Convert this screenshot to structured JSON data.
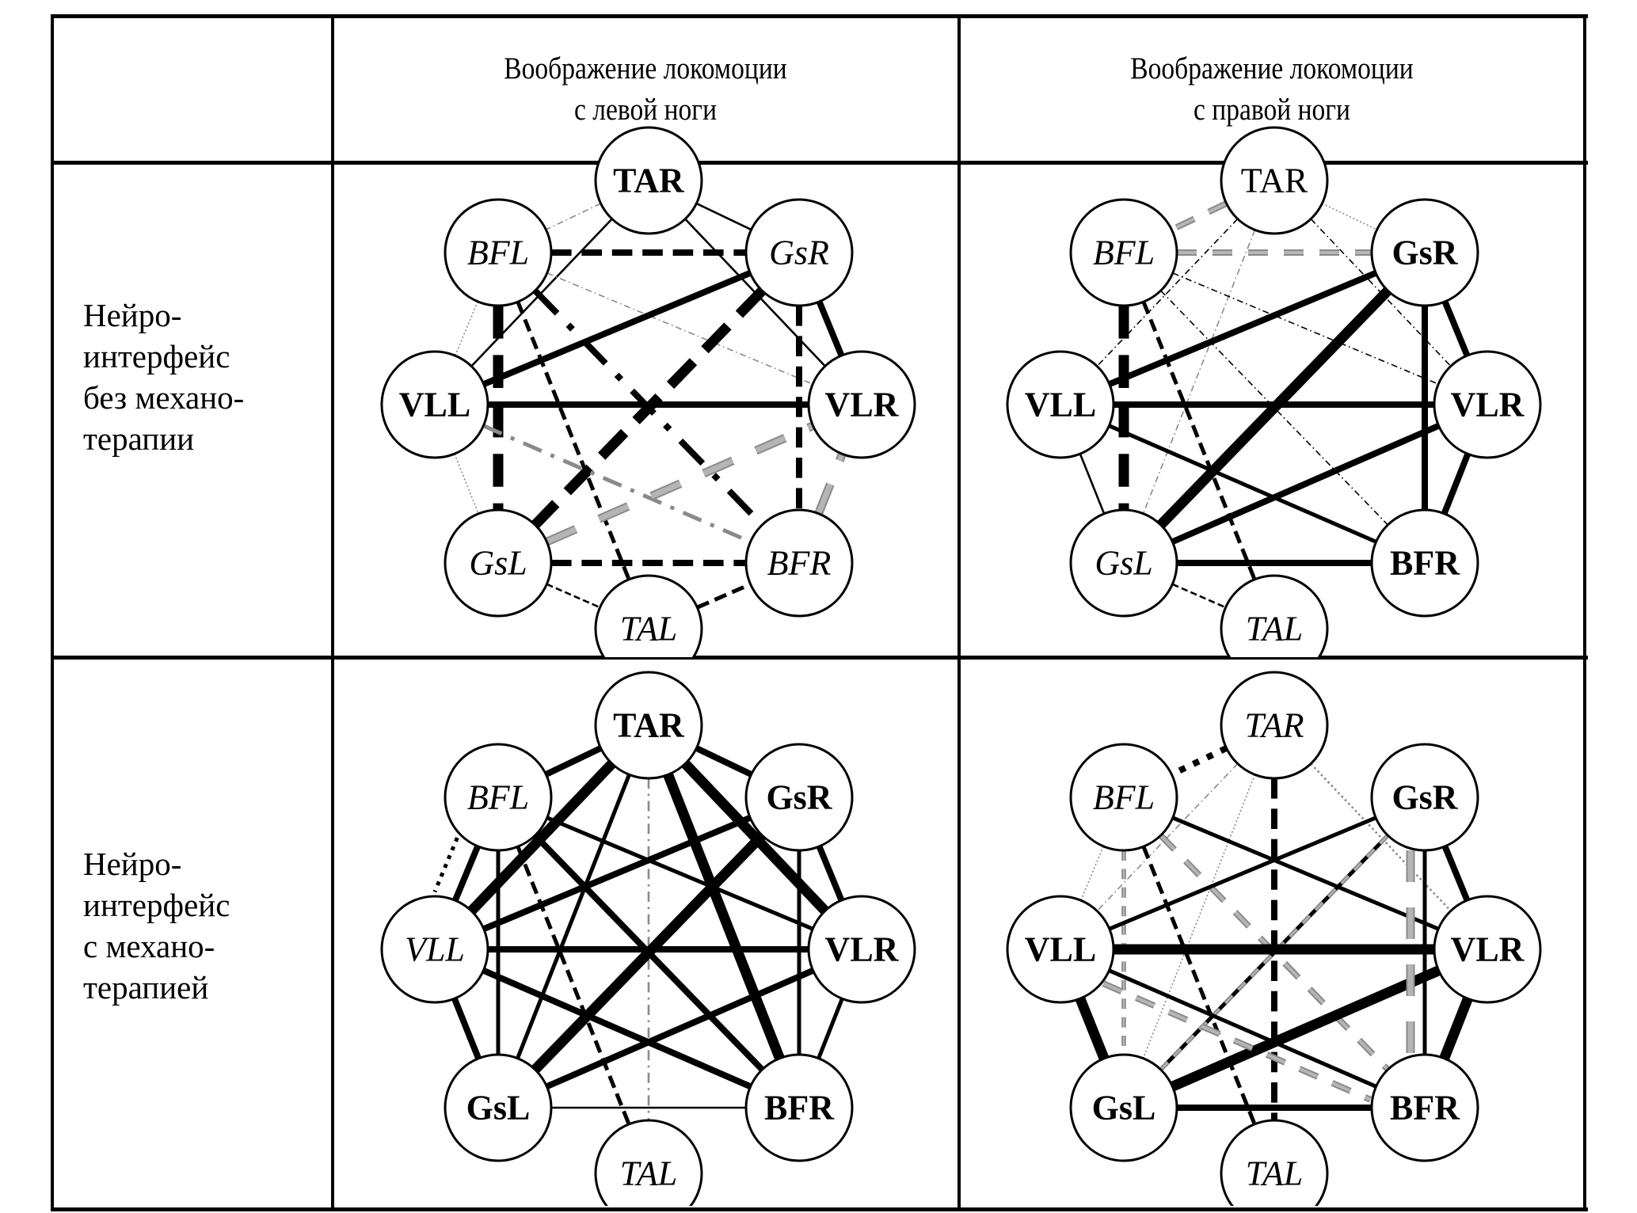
{
  "table": {
    "corner": "",
    "columns": [
      {
        "line1": "Воображение локомоции",
        "line2": "с левой ноги"
      },
      {
        "line1": "Воображение локомоции",
        "line2": "с правой ноги"
      }
    ],
    "rows": [
      {
        "lines": [
          "Нейро-",
          "интерфейс",
          "без механо-",
          "терапии"
        ]
      },
      {
        "lines": [
          "Нейро-",
          "интерфейс",
          "с механо-",
          "терапией"
        ]
      }
    ]
  },
  "colors": {
    "black": "#000000",
    "gray": "#8a8a8a",
    "hollow_fill": "#b5b5b5"
  },
  "graphs": [
    {
      "id": "no-mech-left",
      "nodes": [
        {
          "id": "TAR",
          "label": "TAR",
          "style": "bold"
        },
        {
          "id": "BFL",
          "label": "BFL",
          "style": "italic"
        },
        {
          "id": "GsR",
          "label": "GsR",
          "style": "italic"
        },
        {
          "id": "VLL",
          "label": "VLL",
          "style": "bold"
        },
        {
          "id": "VLR",
          "label": "VLR",
          "style": "bold"
        },
        {
          "id": "GsL",
          "label": "GsL",
          "style": "italic"
        },
        {
          "id": "BFR",
          "label": "BFR",
          "style": "italic"
        },
        {
          "id": "TAL",
          "label": "TAL",
          "style": "italic"
        }
      ],
      "edges": [
        {
          "from": "TAR",
          "to": "GsR",
          "line": "solid",
          "weight": "thin"
        },
        {
          "from": "TAR",
          "to": "BFL",
          "line": "dashdot",
          "weight": "hair",
          "color": "gray"
        },
        {
          "from": "TAR",
          "to": "VLL",
          "line": "solid",
          "weight": "thin"
        },
        {
          "from": "TAR",
          "to": "VLR",
          "line": "solid",
          "weight": "thin"
        },
        {
          "from": "BFL",
          "to": "GsR",
          "line": "dashed",
          "weight": "medium"
        },
        {
          "from": "BFL",
          "to": "GsL",
          "line": "dashed",
          "weight": "heavy"
        },
        {
          "from": "BFL",
          "to": "TAL",
          "line": "dashed",
          "weight": "light"
        },
        {
          "from": "BFL",
          "to": "BFR",
          "line": "dashdot",
          "weight": "medium"
        },
        {
          "from": "BFL",
          "to": "VLR",
          "line": "dashdot",
          "weight": "hair",
          "color": "gray"
        },
        {
          "from": "BFL",
          "to": "VLL",
          "line": "dotted",
          "weight": "hair",
          "color": "gray"
        },
        {
          "from": "GsR",
          "to": "VLL",
          "line": "solid",
          "weight": "medium"
        },
        {
          "from": "GsR",
          "to": "GsL",
          "line": "dashed",
          "weight": "heavy"
        },
        {
          "from": "GsR",
          "to": "BFR",
          "line": "dashed",
          "weight": "medium"
        },
        {
          "from": "GsR",
          "to": "VLR",
          "line": "solid",
          "weight": "medium"
        },
        {
          "from": "VLL",
          "to": "VLR",
          "line": "solid",
          "weight": "medium"
        },
        {
          "from": "VLL",
          "to": "BFR",
          "line": "dashdot",
          "weight": "light",
          "color": "gray"
        },
        {
          "from": "VLL",
          "to": "GsL",
          "line": "dotted",
          "weight": "hair",
          "color": "gray"
        },
        {
          "from": "GsL",
          "to": "BFR",
          "line": "dashed",
          "weight": "medium"
        },
        {
          "from": "GsL",
          "to": "TAL",
          "line": "dashed",
          "weight": "thin"
        },
        {
          "from": "TAL",
          "to": "BFR",
          "line": "dashed",
          "weight": "light"
        },
        {
          "from": "GsL",
          "to": "VLR",
          "line": "hollow",
          "weight": "medium"
        },
        {
          "from": "BFR",
          "to": "VLR",
          "line": "hollow",
          "weight": "medium"
        }
      ]
    },
    {
      "id": "no-mech-right",
      "nodes": [
        {
          "id": "TAR",
          "label": "TAR",
          "style": "normal"
        },
        {
          "id": "BFL",
          "label": "BFL",
          "style": "italic"
        },
        {
          "id": "GsR",
          "label": "GsR",
          "style": "bold"
        },
        {
          "id": "VLL",
          "label": "VLL",
          "style": "bold"
        },
        {
          "id": "VLR",
          "label": "VLR",
          "style": "bold"
        },
        {
          "id": "GsL",
          "label": "GsL",
          "style": "italic"
        },
        {
          "id": "BFR",
          "label": "BFR",
          "style": "bold"
        },
        {
          "id": "TAL",
          "label": "TAL",
          "style": "italic"
        }
      ],
      "edges": [
        {
          "from": "TAR",
          "to": "BFL",
          "line": "hollow",
          "weight": "light"
        },
        {
          "from": "TAR",
          "to": "GsR",
          "line": "dotted",
          "weight": "hair",
          "color": "gray"
        },
        {
          "from": "TAR",
          "to": "GsL",
          "line": "dashdot",
          "weight": "hair",
          "color": "gray"
        },
        {
          "from": "TAR",
          "to": "VLL",
          "line": "dashdot",
          "weight": "hair"
        },
        {
          "from": "TAR",
          "to": "VLR",
          "line": "dashdot",
          "weight": "hair"
        },
        {
          "from": "BFL",
          "to": "GsR",
          "line": "hollow",
          "weight": "light"
        },
        {
          "from": "BFL",
          "to": "GsL",
          "line": "dashed",
          "weight": "heavy"
        },
        {
          "from": "BFL",
          "to": "TAL",
          "line": "dashed",
          "weight": "light"
        },
        {
          "from": "BFL",
          "to": "VLR",
          "line": "dashdot",
          "weight": "hair"
        },
        {
          "from": "BFL",
          "to": "BFR",
          "line": "dashdot",
          "weight": "hair"
        },
        {
          "from": "GsR",
          "to": "VLL",
          "line": "solid",
          "weight": "medium"
        },
        {
          "from": "GsR",
          "to": "GsL",
          "line": "solid",
          "weight": "heavy"
        },
        {
          "from": "GsR",
          "to": "BFR",
          "line": "solid",
          "weight": "medium"
        },
        {
          "from": "GsR",
          "to": "VLR",
          "line": "solid",
          "weight": "medium"
        },
        {
          "from": "VLL",
          "to": "VLR",
          "line": "solid",
          "weight": "medium"
        },
        {
          "from": "VLL",
          "to": "BFR",
          "line": "solid",
          "weight": "light"
        },
        {
          "from": "VLL",
          "to": "GsL",
          "line": "solid",
          "weight": "thin"
        },
        {
          "from": "GsL",
          "to": "VLR",
          "line": "solid",
          "weight": "medium"
        },
        {
          "from": "GsL",
          "to": "BFR",
          "line": "solid",
          "weight": "medium"
        },
        {
          "from": "GsL",
          "to": "TAL",
          "line": "dashed",
          "weight": "thin"
        },
        {
          "from": "VLR",
          "to": "BFR",
          "line": "solid",
          "weight": "medium"
        }
      ]
    },
    {
      "id": "mech-left",
      "nodes": [
        {
          "id": "TAR",
          "label": "TAR",
          "style": "bold"
        },
        {
          "id": "BFL",
          "label": "BFL",
          "style": "italic"
        },
        {
          "id": "GsR",
          "label": "GsR",
          "style": "bold"
        },
        {
          "id": "VLL",
          "label": "VLL",
          "style": "italic"
        },
        {
          "id": "VLR",
          "label": "VLR",
          "style": "bold"
        },
        {
          "id": "GsL",
          "label": "GsL",
          "style": "bold"
        },
        {
          "id": "BFR",
          "label": "BFR",
          "style": "bold"
        },
        {
          "id": "TAL",
          "label": "TAL",
          "style": "italic"
        }
      ],
      "edges": [
        {
          "from": "TAR",
          "to": "BFL",
          "line": "solid",
          "weight": "medium"
        },
        {
          "from": "TAR",
          "to": "GsR",
          "line": "solid",
          "weight": "medium"
        },
        {
          "from": "TAR",
          "to": "VLL",
          "line": "solid",
          "weight": "heavy"
        },
        {
          "from": "TAR",
          "to": "GsL",
          "line": "solid",
          "weight": "light"
        },
        {
          "from": "TAR",
          "to": "TAL",
          "line": "dashdot",
          "weight": "thin",
          "color": "gray"
        },
        {
          "from": "TAR",
          "to": "BFR",
          "line": "solid",
          "weight": "heavy"
        },
        {
          "from": "TAR",
          "to": "VLR",
          "line": "solid",
          "weight": "heavy"
        },
        {
          "from": "BFL",
          "to": "VLL",
          "line": "solid",
          "weight": "medium"
        },
        {
          "from": "BFL",
          "to": "GsL",
          "line": "solid",
          "weight": "light"
        },
        {
          "from": "BFL",
          "to": "TAL",
          "line": "dashed",
          "weight": "light"
        },
        {
          "from": "BFL",
          "to": "BFR",
          "line": "solid",
          "weight": "medium"
        },
        {
          "from": "BFL",
          "to": "VLR",
          "line": "solid",
          "weight": "light"
        },
        {
          "from": "GsR",
          "to": "VLL",
          "line": "solid",
          "weight": "medium"
        },
        {
          "from": "GsR",
          "to": "GsL",
          "line": "solid",
          "weight": "heavy"
        },
        {
          "from": "GsR",
          "to": "BFR",
          "line": "solid",
          "weight": "light"
        },
        {
          "from": "GsR",
          "to": "VLR",
          "line": "solid",
          "weight": "medium"
        },
        {
          "from": "VLL",
          "to": "VLR",
          "line": "solid",
          "weight": "medium"
        },
        {
          "from": "VLL",
          "to": "GsL",
          "line": "solid",
          "weight": "medium"
        },
        {
          "from": "VLL",
          "to": "BFR",
          "line": "solid",
          "weight": "medium"
        },
        {
          "from": "VLR",
          "to": "GsL",
          "line": "solid",
          "weight": "medium"
        },
        {
          "from": "VLR",
          "to": "BFR",
          "line": "solid",
          "weight": "light"
        },
        {
          "from": "GsL",
          "to": "BFR",
          "line": "solid",
          "weight": "thin"
        }
      ],
      "outer_edges": [
        {
          "from": "BFL",
          "to": "VLL",
          "line": "dotted",
          "weight": "light"
        }
      ]
    },
    {
      "id": "mech-right",
      "nodes": [
        {
          "id": "TAR",
          "label": "TAR",
          "style": "italic"
        },
        {
          "id": "BFL",
          "label": "BFL",
          "style": "italic"
        },
        {
          "id": "GsR",
          "label": "GsR",
          "style": "bold"
        },
        {
          "id": "VLL",
          "label": "VLL",
          "style": "bold"
        },
        {
          "id": "VLR",
          "label": "VLR",
          "style": "bold"
        },
        {
          "id": "GsL",
          "label": "GsL",
          "style": "bold"
        },
        {
          "id": "BFR",
          "label": "BFR",
          "style": "bold"
        },
        {
          "id": "TAL",
          "label": "TAL",
          "style": "italic"
        }
      ],
      "edges": [
        {
          "from": "TAR",
          "to": "BFL",
          "line": "dotted",
          "weight": "medium"
        },
        {
          "from": "TAR",
          "to": "TAL",
          "line": "dashed",
          "weight": "medium"
        },
        {
          "from": "TAR",
          "to": "VLL",
          "line": "dashdot",
          "weight": "hair",
          "color": "gray"
        },
        {
          "from": "TAR",
          "to": "GsL",
          "line": "dotted",
          "weight": "hair",
          "color": "gray"
        },
        {
          "from": "TAR",
          "to": "VLR",
          "line": "dotted",
          "weight": "thin",
          "color": "gray"
        },
        {
          "from": "BFL",
          "to": "VLR",
          "line": "solid",
          "weight": "light"
        },
        {
          "from": "BFL",
          "to": "TAL",
          "line": "dashed",
          "weight": "light"
        },
        {
          "from": "BFL",
          "to": "GsL",
          "line": "hollow",
          "weight": "thin"
        },
        {
          "from": "BFL",
          "to": "VLL",
          "line": "dotted",
          "weight": "hair",
          "color": "gray"
        },
        {
          "from": "BFL",
          "to": "BFR",
          "line": "hollow",
          "weight": "light"
        },
        {
          "from": "GsR",
          "to": "VLL",
          "line": "solid",
          "weight": "light"
        },
        {
          "from": "GsR",
          "to": "GsL",
          "line": "solid",
          "weight": "light"
        },
        {
          "from": "GsR",
          "to": "BFR",
          "line": "solid",
          "weight": "light"
        },
        {
          "from": "GsR",
          "to": "VLR",
          "line": "solid",
          "weight": "medium"
        },
        {
          "from": "GsL",
          "to": "GsR",
          "line": "hollow",
          "weight": "thin"
        },
        {
          "from": "VLL",
          "to": "VLR",
          "line": "solid",
          "weight": "heavy"
        },
        {
          "from": "VLL",
          "to": "BFR",
          "line": "solid",
          "weight": "light"
        },
        {
          "from": "VLL",
          "to": "GsL",
          "line": "solid",
          "weight": "heavy"
        },
        {
          "from": "VLR",
          "to": "GsL",
          "line": "solid",
          "weight": "heavy"
        },
        {
          "from": "VLR",
          "to": "BFR",
          "line": "solid",
          "weight": "heavy"
        },
        {
          "from": "GsL",
          "to": "BFR",
          "line": "solid",
          "weight": "medium"
        },
        {
          "from": "VLL",
          "to": "BFR",
          "line": "hollow",
          "weight": "light",
          "offset": true
        },
        {
          "from": "GsR",
          "to": "BFR",
          "line": "hollow",
          "weight": "medium",
          "offset": true
        }
      ]
    }
  ]
}
